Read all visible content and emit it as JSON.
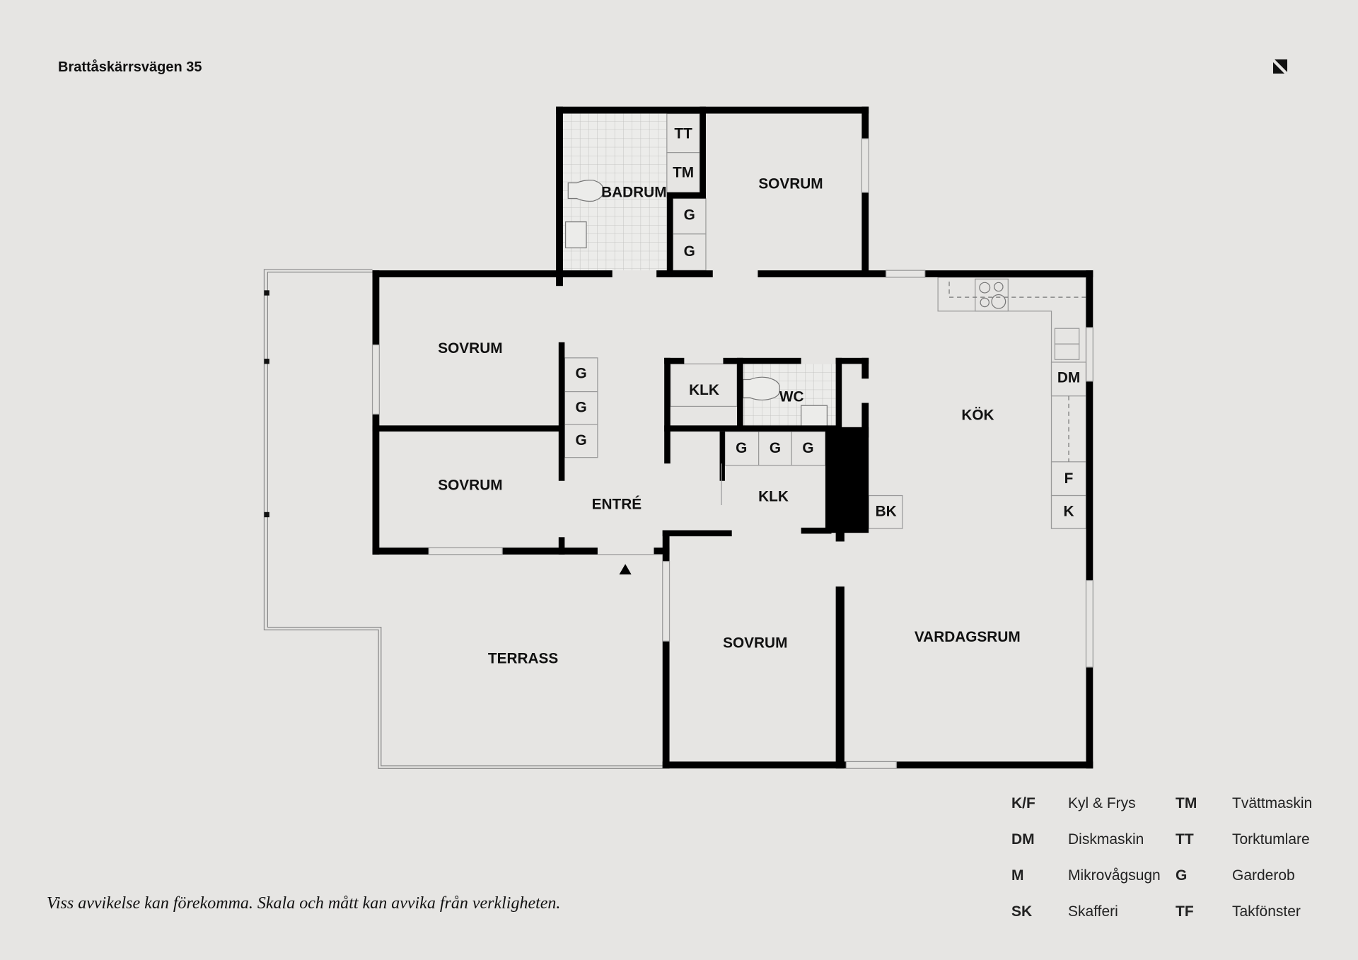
{
  "title": "Brattåskärrsvägen 35",
  "logo": "brand-logo",
  "rooms": {
    "badrum": "BADRUM",
    "sovrum_top": "SOVRUM",
    "sovrum_left1": "SOVRUM",
    "sovrum_left2": "SOVRUM",
    "entre": "ENTRÉ",
    "klk1": "KLK",
    "wc": "WC",
    "klk2": "KLK",
    "kok": "KÖK",
    "vardagsrum": "VARDAGSRUM",
    "sovrum_bottom": "SOVRUM",
    "terrass": "TERRASS"
  },
  "fixtures": {
    "tt": "TT",
    "tm": "TM",
    "g": "G",
    "dm": "DM",
    "f": "F",
    "k": "K",
    "bk": "BK"
  },
  "legend": [
    {
      "key": "K/F",
      "label": "Kyl & Frys"
    },
    {
      "key": "TM",
      "label": "Tvättmaskin"
    },
    {
      "key": "DM",
      "label": "Diskmaskin"
    },
    {
      "key": "TT",
      "label": "Torktumlare"
    },
    {
      "key": "M",
      "label": "Mikrovågsugn"
    },
    {
      "key": "G",
      "label": "Garderob"
    },
    {
      "key": "SK",
      "label": "Skafferi"
    },
    {
      "key": "TF",
      "label": "Takfönster"
    }
  ],
  "disclaimer": "Viss avvikelse kan förekomma. Skala och mått kan avvika från verkligheten."
}
